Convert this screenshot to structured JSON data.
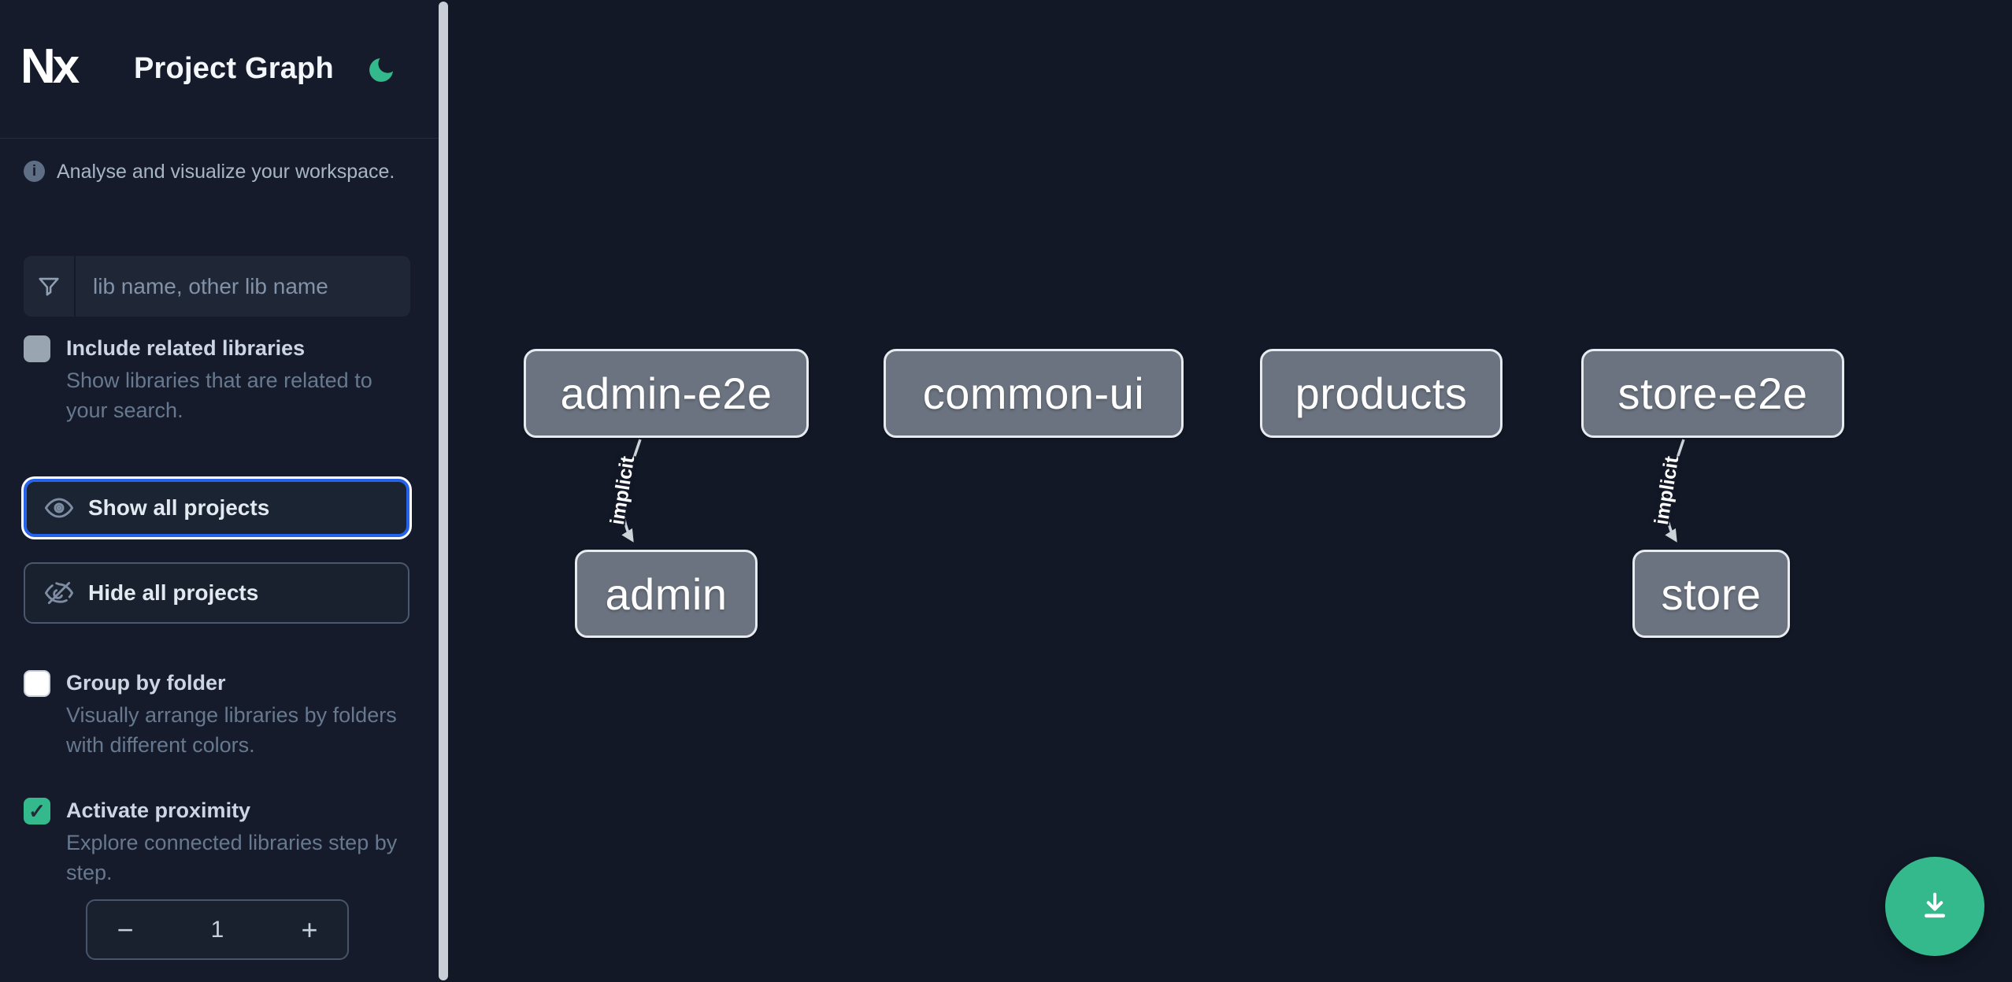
{
  "header": {
    "logo_text": "Nx",
    "title": "Project Graph"
  },
  "intro": {
    "text": "Analyse and visualize your workspace."
  },
  "search": {
    "placeholder": "lib name, other lib name",
    "value": ""
  },
  "options": {
    "include_related": {
      "label": "Include related libraries",
      "description": "Show libraries that are related to your search.",
      "checked": false
    },
    "group_by_folder": {
      "label": "Group by folder",
      "description": "Visually arrange libraries by folders with different colors.",
      "checked": false
    },
    "activate_proximity": {
      "label": "Activate proximity",
      "description": "Explore connected libraries step by step.",
      "checked": true
    }
  },
  "buttons": {
    "show_all": "Show all projects",
    "hide_all": "Hide all projects"
  },
  "stepper": {
    "decrement": "−",
    "value": "1",
    "increment": "+"
  },
  "graph": {
    "nodes": [
      {
        "id": "admin-e2e",
        "label": "admin-e2e"
      },
      {
        "id": "common-ui",
        "label": "common-ui"
      },
      {
        "id": "products",
        "label": "products"
      },
      {
        "id": "store-e2e",
        "label": "store-e2e"
      },
      {
        "id": "admin",
        "label": "admin"
      },
      {
        "id": "store",
        "label": "store"
      }
    ],
    "edges": [
      {
        "source": "admin-e2e",
        "target": "admin",
        "label": "implicit"
      },
      {
        "source": "store-e2e",
        "target": "store",
        "label": "implicit"
      }
    ]
  },
  "icons": {
    "theme": "moon-icon",
    "info": "info-icon",
    "search_filter": "funnel-icon",
    "show": "eye-icon",
    "hide": "eye-off-icon",
    "check": "✓",
    "fab": "download-icon"
  },
  "colors": {
    "accent_green": "#34b98c",
    "focus_blue": "#2563eb",
    "node_fill": "#6b7380",
    "node_border": "#e7eaee",
    "edge": "#ced3da",
    "sidebar_bg": "#161b2b",
    "canvas_bg": "#131827"
  }
}
